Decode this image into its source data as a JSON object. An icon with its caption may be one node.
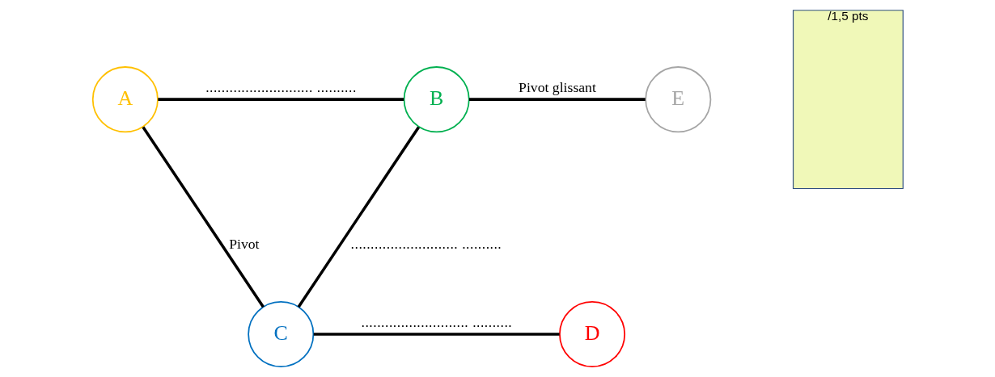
{
  "diagram": {
    "nodes": [
      {
        "text": [
          "A"
        ]
      },
      {
        "text": [
          "B"
        ]
      },
      {
        "text": [
          "C"
        ]
      },
      {
        "text": [
          "D"
        ]
      },
      {
        "text": [
          "E"
        ]
      },
      {
        "text": [
          "/1,5 pts"
        ]
      }
    ],
    "edges": [
      {
        "from": 0,
        "to": 1,
        "arrow": "none",
        "label": "........................... .........."
      },
      {
        "from": 0,
        "to": 2,
        "arrow": "none",
        "label": "Pivot"
      },
      {
        "from": 2,
        "to": 1,
        "arrow": "none",
        "label": "........................... .........."
      },
      {
        "from": 2,
        "to": 3,
        "arrow": "none",
        "label": "........................... .........."
      },
      {
        "from": 1,
        "to": 4,
        "arrow": "none",
        "label": "Pivot glissant"
      }
    ]
  }
}
